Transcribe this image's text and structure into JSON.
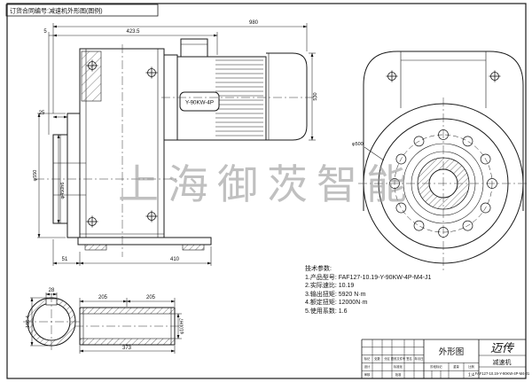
{
  "page": {
    "note": "订货合同编号:减速机外形图(图例)",
    "watermark": "上海御茨智能"
  },
  "side_view": {
    "motor_label": "Y-90KW-4P",
    "dims": {
      "plate_offset": "5",
      "housing_length": "423.5",
      "overall_length": "980",
      "hub_offset": "25",
      "flange_od": "φ550",
      "spigot": "φ450h6",
      "motor_height": "530",
      "foot_offset": "51",
      "base_length": "410"
    }
  },
  "front_view": {
    "dims": {
      "flange_circle": "φ500"
    }
  },
  "shaft_detail": {
    "dims": {
      "key_width": "28",
      "bore_height": "106.4",
      "len_a": "205",
      "len_b": "205",
      "total_len": "373",
      "bore": "φ100H7"
    }
  },
  "tech": {
    "title": "技术参数:",
    "lines": [
      "1.产品型号: FAF127-10.19-Y-90KW-4P-M4-J1",
      "2.实际速比: 10.19",
      "3.输出扭矩: 5920  N·m",
      "4.额定扭矩: 12000N·m",
      "5.使用系数: 1.6"
    ]
  },
  "title_block": {
    "drawing_title": "外形图",
    "brand": "迈传",
    "product": "减速机",
    "model": "FAF127-10.19-Y-90KW-4P-M4-J1",
    "scale_value": "1:4",
    "labels": {
      "mark": "标记",
      "count": "处数",
      "zone": "分区",
      "doc_no": "更改文件号",
      "sign": "签名",
      "date": "年月日",
      "design": "设计",
      "standard": "标准化",
      "check": "审核",
      "approve": "批准",
      "stage": "阶段标记",
      "weight": "重量",
      "scale": "比例"
    }
  },
  "colors": {
    "line": "#1a1a1a",
    "watermark": "#969696"
  }
}
